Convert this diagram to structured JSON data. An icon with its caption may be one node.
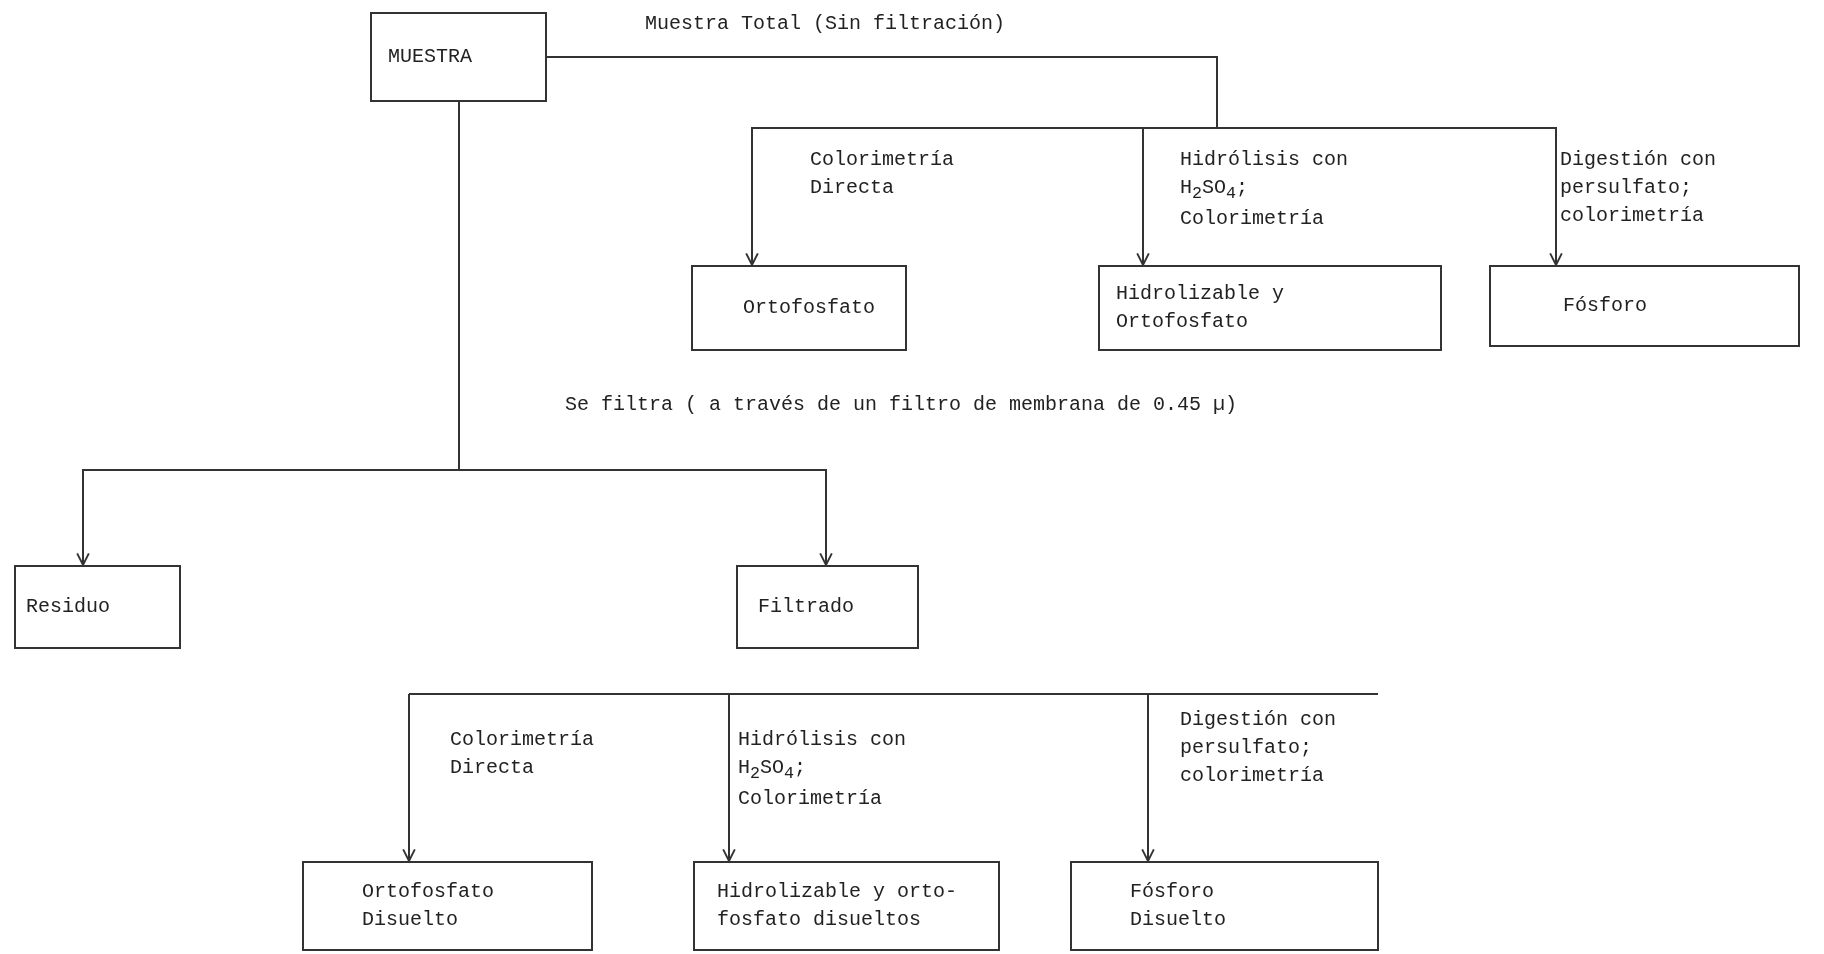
{
  "diagram": {
    "nodes": [
      {
        "text": [
          "MUESTRA"
        ]
      },
      {
        "text": [
          "Ortofosfato"
        ]
      },
      {
        "text": [
          "Hidrolizable y Ortofosfato"
        ]
      },
      {
        "text": [
          "Fósforo"
        ]
      },
      {
        "text": [
          "Residuo"
        ]
      },
      {
        "text": [
          "Filtrado"
        ]
      },
      {
        "text": [
          "Ortofosfato Disuelto"
        ]
      },
      {
        "text": [
          "Hidrolizable y orto-fosfato disueltos"
        ]
      },
      {
        "text": [
          "Fósforo Disuelto"
        ]
      }
    ],
    "edges": [
      {
        "from": 0,
        "to": 1,
        "arrow": "to",
        "label": "Colorimetría Directa"
      },
      {
        "from": 0,
        "to": 2,
        "arrow": "to",
        "label": "Hidrólisis con H$_{2}$SO$_{4}$; Colorimetría"
      },
      {
        "from": 0,
        "to": 3,
        "arrow": "to",
        "label": "Digestión con persulfato; colorimetría"
      },
      {
        "from": 0,
        "to": 4,
        "arrow": "to"
      },
      {
        "from": 0,
        "to": 5,
        "arrow": "to"
      },
      {
        "from": null,
        "to": 6,
        "arrow": "to",
        "label": "Colorimetría Directa"
      },
      {
        "from": null,
        "to": 7,
        "arrow": "to",
        "label": "Hidrólisis con H$_{2}$SO$_{4}$; Colorimetría"
      },
      {
        "from": null,
        "to": 8,
        "arrow": "to",
        "label": "Digestión con persulfato; colorimetría"
      }
    ],
    "labels": [
      "Muestra Total (Sin filtración)",
      "Se filtra ( a través de un filtro de membrana de 0.45 µ)"
    ]
  }
}
